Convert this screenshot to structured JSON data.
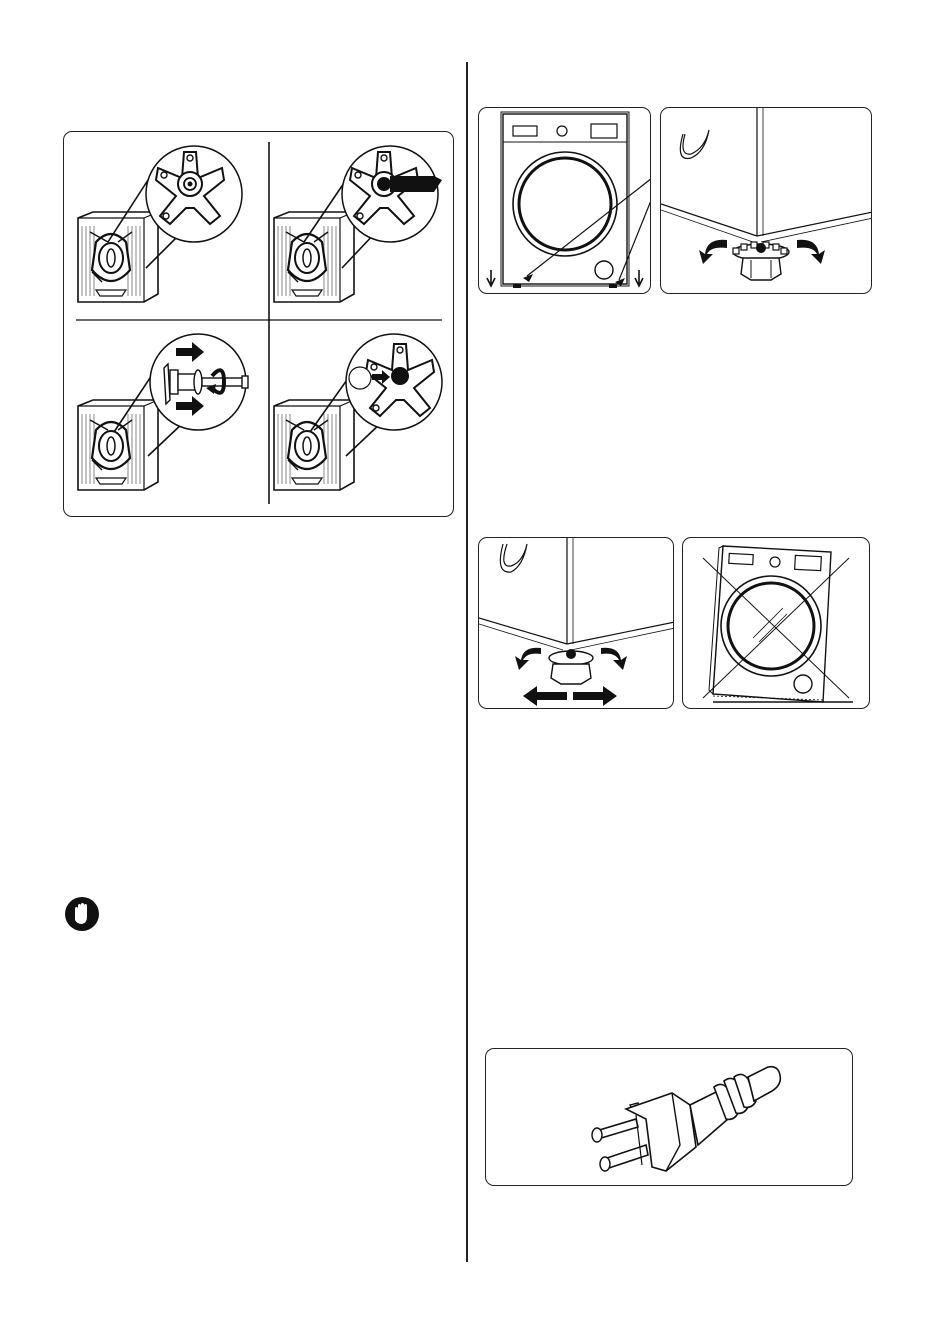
{
  "icons": {
    "warning": "stop-hand-icon",
    "plug": "power-plug-icon"
  },
  "figures": [
    {
      "id": "transport-bolt-removal",
      "panels": 4
    },
    {
      "id": "front-view-with-leveling-feet",
      "panels": 1
    },
    {
      "id": "adjusting-foot-rotation",
      "panels": 1
    },
    {
      "id": "adjusting-foot-lock-nut",
      "panels": 1
    },
    {
      "id": "incorrectly-leveled-machine",
      "panels": 1
    },
    {
      "id": "grounded-power-plug",
      "panels": 1
    }
  ],
  "colors": {
    "line": "#1a1a1a",
    "background": "#ffffff"
  }
}
